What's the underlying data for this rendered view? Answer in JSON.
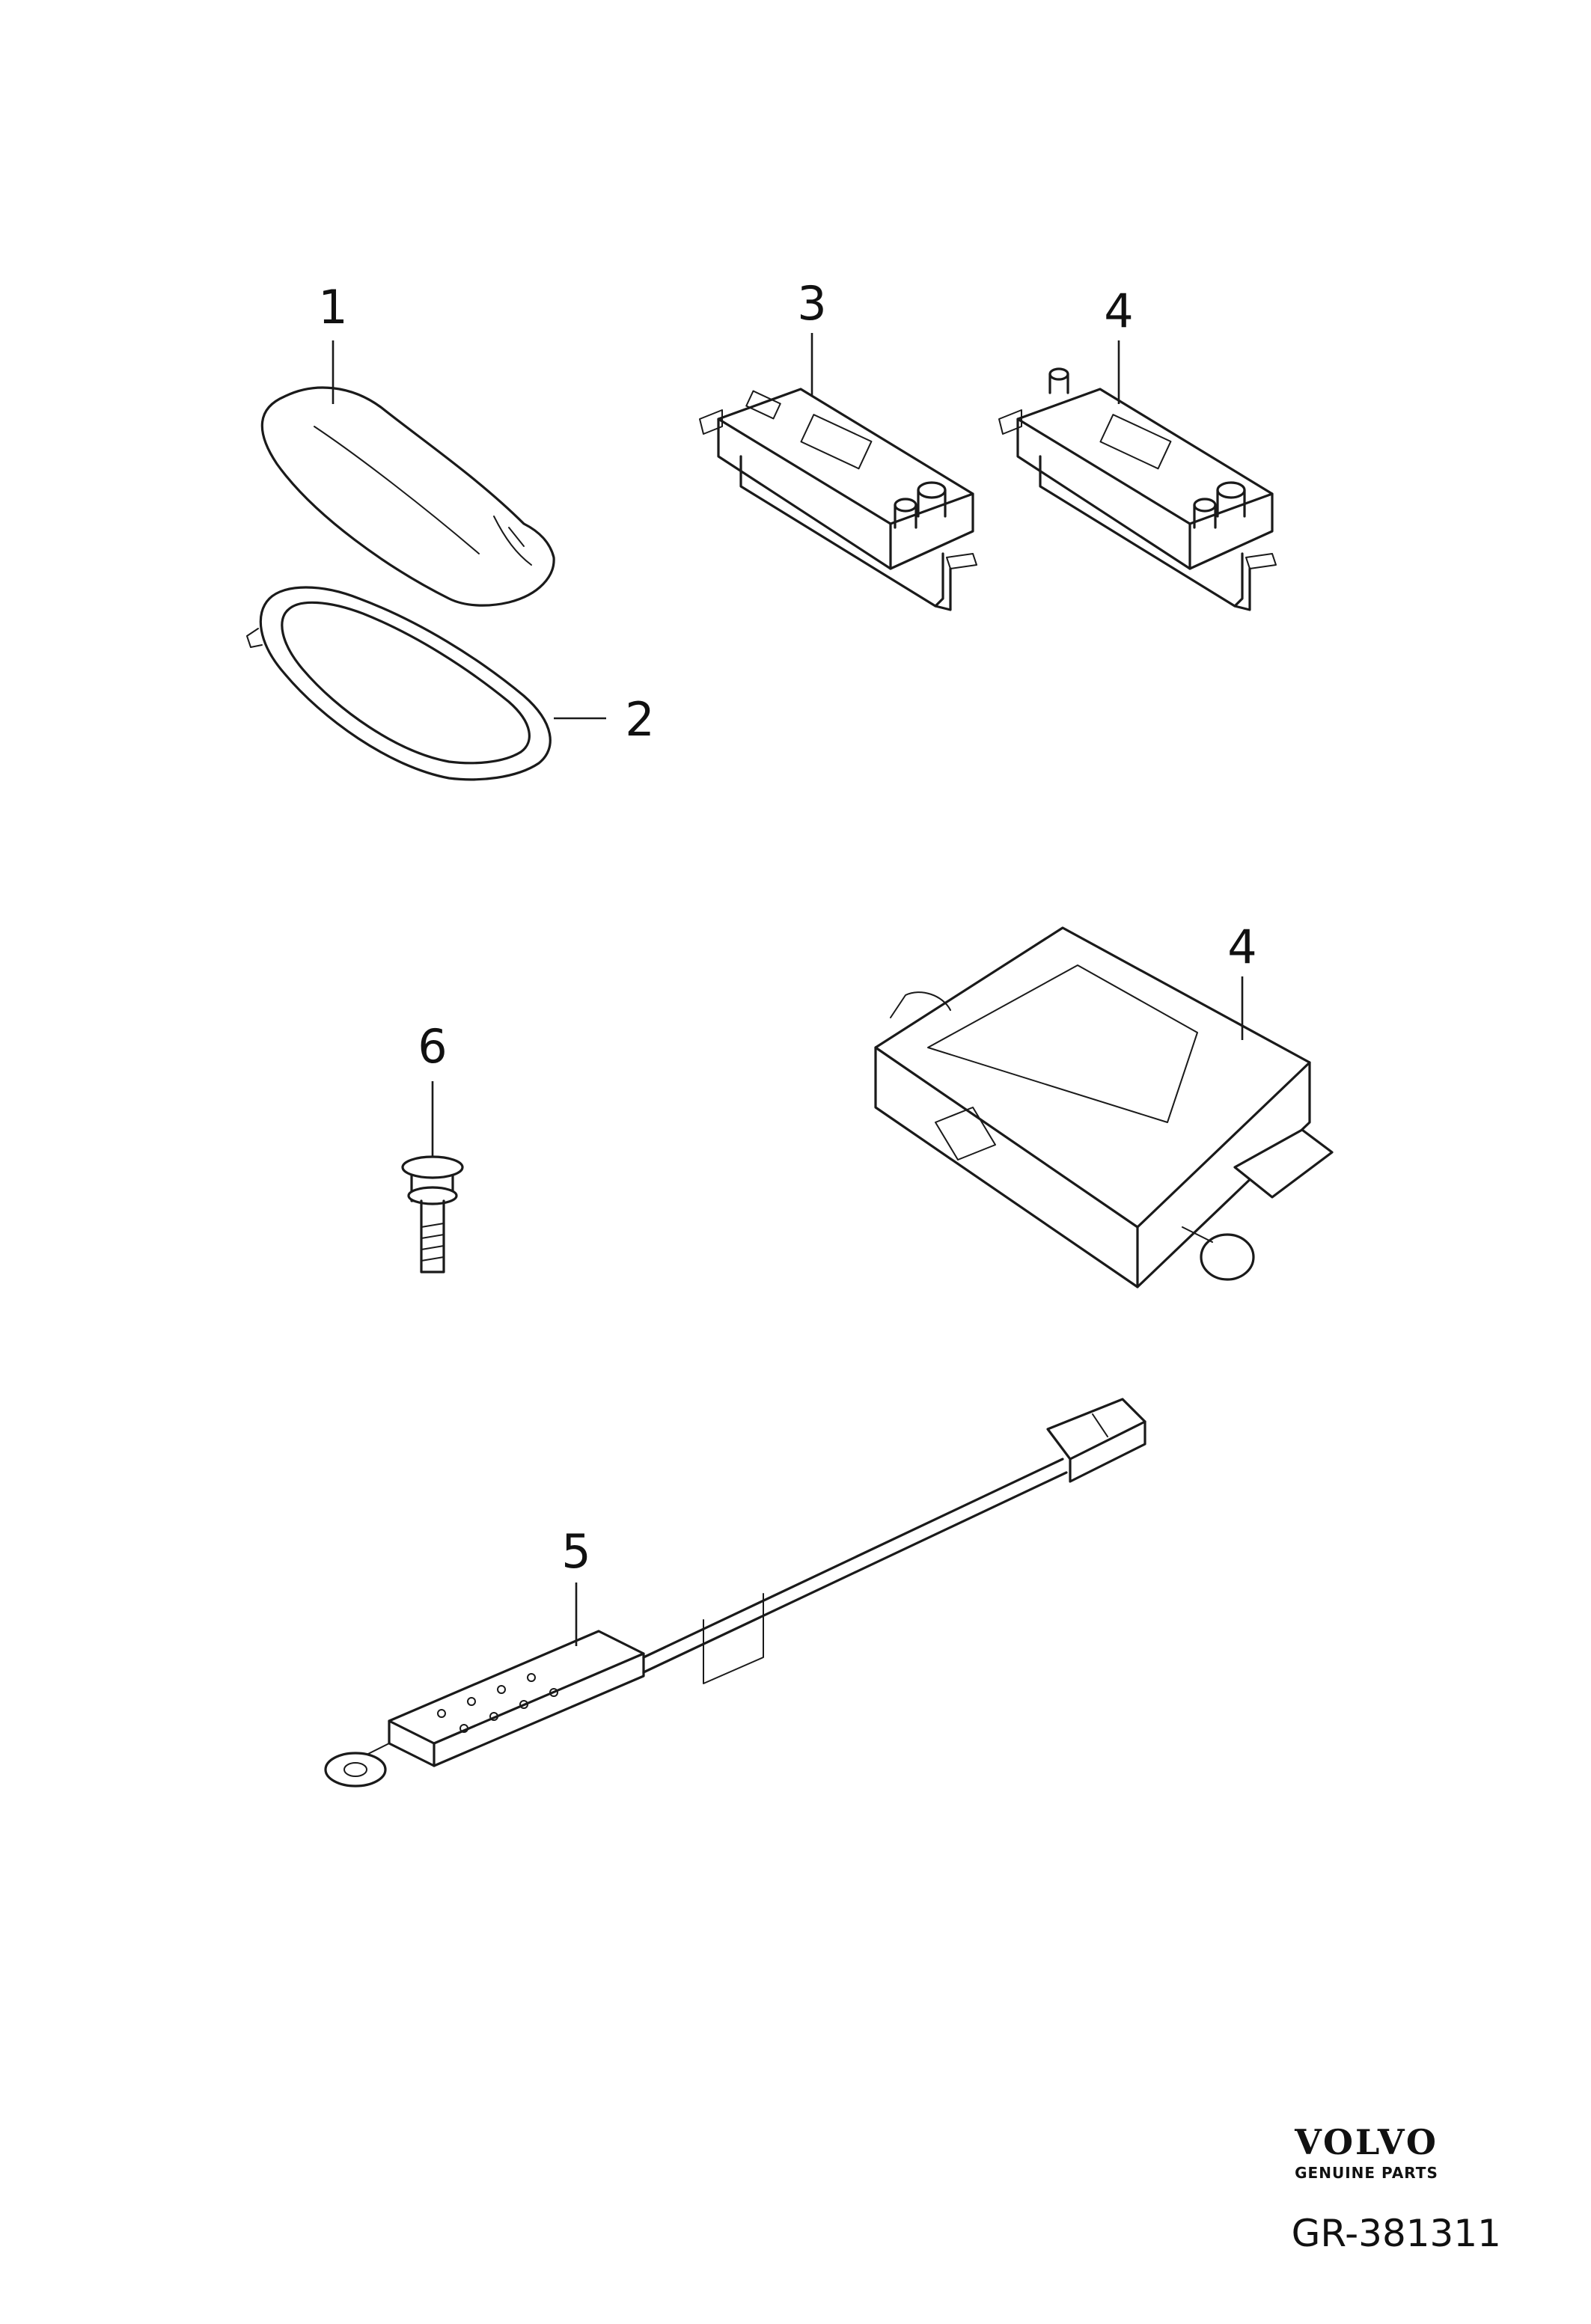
{
  "callouts": {
    "c1": "1",
    "c2": "2",
    "c3": "3",
    "c4a": "4",
    "c4b": "4",
    "c5": "5",
    "c6": "6"
  },
  "brand": {
    "name": "VOLVO",
    "tagline": "GENUINE PARTS"
  },
  "reference": "GR-381311",
  "icons": {
    "antenna_cover": "shark-fin-antenna-icon",
    "gasket": "gasket-icon",
    "module_3": "antenna-module-icon",
    "module_4": "antenna-module-icon",
    "control_unit": "control-unit-icon",
    "bolt": "flange-bolt-icon",
    "amplifier": "amplifier-cable-icon"
  }
}
